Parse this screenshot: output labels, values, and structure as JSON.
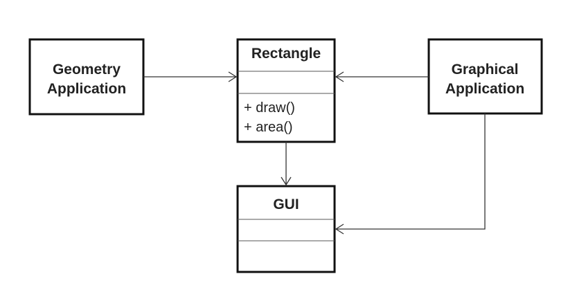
{
  "diagram": {
    "geometry_app": {
      "line1": "Geometry",
      "line2": "Application"
    },
    "rectangle": {
      "title": "Rectangle",
      "op1": "+ draw()",
      "op2": "+ area()"
    },
    "graphical_app": {
      "line1": "Graphical",
      "line2": "Application"
    },
    "gui": {
      "title": "GUI"
    },
    "edges": [
      {
        "from": "Geometry Application",
        "to": "Rectangle",
        "arrow": "open"
      },
      {
        "from": "Graphical Application",
        "to": "Rectangle",
        "arrow": "open"
      },
      {
        "from": "Rectangle",
        "to": "GUI",
        "arrow": "open"
      },
      {
        "from": "Graphical Application",
        "to": "GUI",
        "arrow": "open"
      }
    ]
  }
}
